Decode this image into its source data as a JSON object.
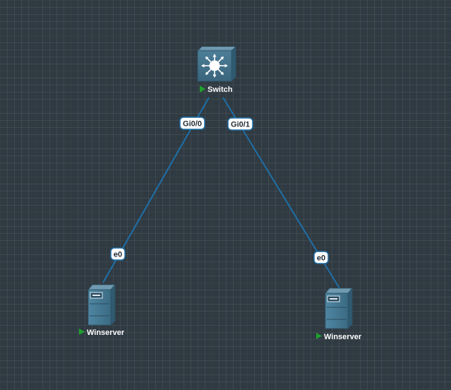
{
  "canvas": {
    "background": "#2f3a42",
    "link_color": "#1e6fa8",
    "device_color": "#3e6d86",
    "running_indicator_color": "#1fa12e"
  },
  "nodes": {
    "switch": {
      "label": "Switch",
      "icon": "switch-icon",
      "state": "running",
      "ports": {
        "left": "Gi0/0",
        "right": "Gi0/1"
      }
    },
    "server_left": {
      "label": "Winserver",
      "icon": "server-icon",
      "state": "running",
      "port": "e0"
    },
    "server_right": {
      "label": "Winserver",
      "icon": "server-icon",
      "state": "running",
      "port": "e0"
    }
  },
  "links": [
    {
      "from": "Switch:Gi0/0",
      "to": "Winserver:e0"
    },
    {
      "from": "Switch:Gi0/1",
      "to": "Winserver:e0"
    }
  ]
}
